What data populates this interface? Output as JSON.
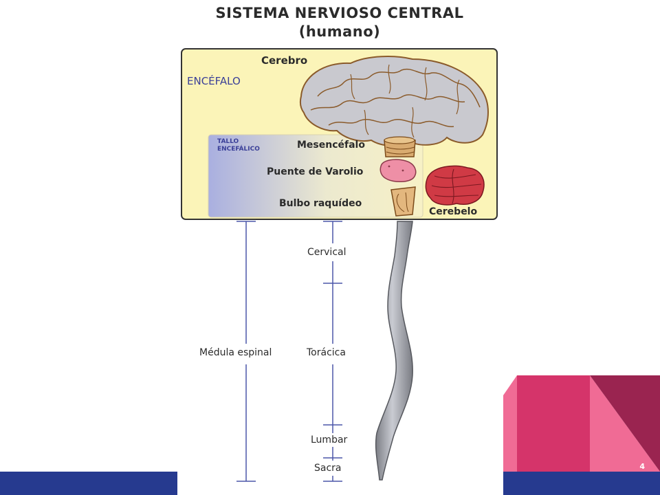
{
  "title": {
    "line1": "SISTEMA NERVIOSO CENTRAL",
    "line2": "(humano)"
  },
  "encephalon": {
    "label": "ENCÉFALO",
    "cerebrum": "Cerebro",
    "cerebellum": "Cerebelo",
    "brainstem": {
      "label_line1": "TALLO",
      "label_line2": "ENCEFÁLICO",
      "parts": [
        "Mesencéfalo",
        "Puente de Varolio",
        "Bulbo raquídeo"
      ]
    }
  },
  "spinal_cord": {
    "label": "Médula espinal",
    "regions": [
      "Cervical",
      "Torácica",
      "Lumbar",
      "Sacra"
    ]
  },
  "colors": {
    "box_fill": "#fbf4b8",
    "brain_gray": "#c9c9cf",
    "brain_outline": "#8a5a2a",
    "cerebellum_red": "#d03a45",
    "bracket_blue": "#4a56a8",
    "footer_blue": "#263a8f",
    "deco_pink": "#f0628f",
    "deco_crimson": "#d5346a",
    "deco_maroon": "#9a2450"
  },
  "slide_number": "4"
}
